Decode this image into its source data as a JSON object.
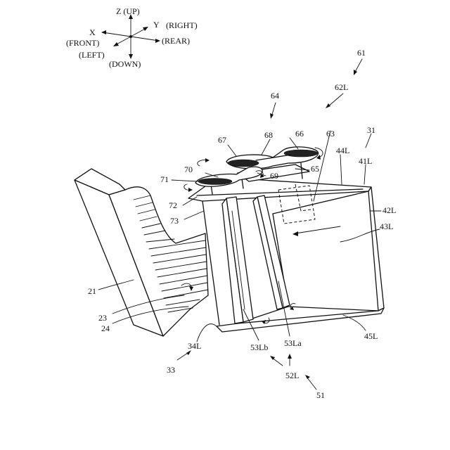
{
  "axes": {
    "z": "Z (UP)",
    "x": "X",
    "y": "Y",
    "right": "(RIGHT)",
    "front": "(FRONT)",
    "rear": "(REAR)",
    "left": "(LEFT)",
    "down": "(DOWN)"
  },
  "refs": {
    "r61": "61",
    "r62L": "62L",
    "r64": "64",
    "r31": "31",
    "r63": "63",
    "r66": "66",
    "r68": "68",
    "r67": "67",
    "r44L": "44L",
    "r41L": "41L",
    "r70": "70",
    "r65": "65",
    "r71": "71",
    "r69": "69",
    "r72": "72",
    "r73": "73",
    "r42L": "42L",
    "r43L": "43L",
    "r21": "21",
    "r23": "23",
    "r24": "24",
    "r45L": "45L",
    "r34L": "34L",
    "r53Lb": "53Lb",
    "r53La": "53La",
    "r33": "33",
    "r52L": "52L",
    "r51": "51"
  }
}
